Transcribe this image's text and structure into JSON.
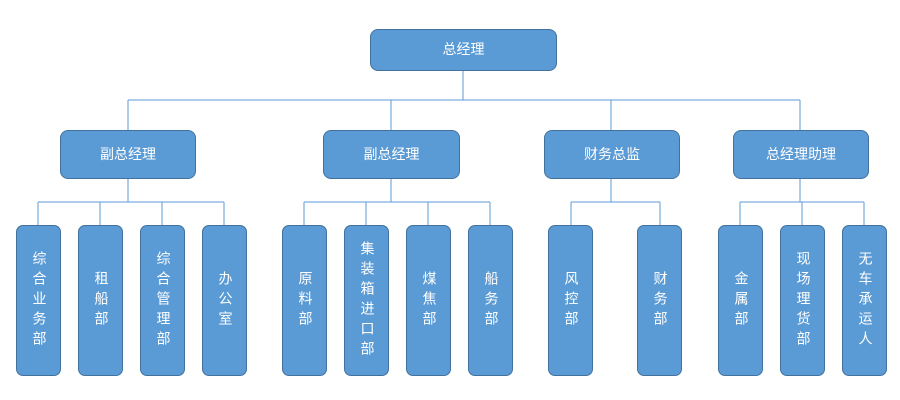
{
  "chart": {
    "root": "总经理",
    "level2": [
      {
        "label": "副总经理",
        "children": [
          "综合业务部",
          "租船部",
          "综合管理部",
          "办公室"
        ]
      },
      {
        "label": "副总经理",
        "children": [
          "原料部",
          "集装箱进口部",
          "煤焦部",
          "船务部"
        ]
      },
      {
        "label": "财务总监",
        "children": [
          "风控部",
          "财务部"
        ]
      },
      {
        "label": "总经理助理",
        "children": [
          "金属部",
          "现场理货部",
          "无车承运人"
        ]
      }
    ]
  },
  "colors": {
    "node_fill": "#5b9bd5",
    "node_border": "#41719c",
    "node_text": "#ffffff",
    "connector": "#5b9bd5"
  }
}
